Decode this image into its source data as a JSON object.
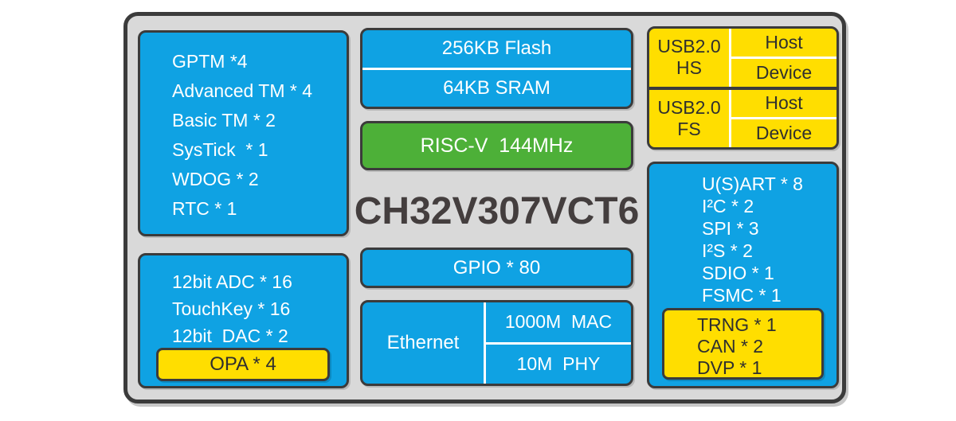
{
  "title": "CH32V307VCT6",
  "timers": {
    "lines": [
      "GPTM *4",
      "Advanced TM * 4",
      "Basic TM * 2",
      "SysTick  * 1",
      "WDOG * 2",
      "RTC * 1"
    ]
  },
  "analog": {
    "lines": [
      "12bit ADC * 16",
      "TouchKey * 16",
      "12bit  DAC * 2"
    ],
    "opa": "OPA * 4"
  },
  "memory": {
    "flash": "256KB Flash",
    "sram": "64KB SRAM"
  },
  "core": "RISC-V  144MHz",
  "gpio": "GPIO * 80",
  "ethernet": {
    "label": "Ethernet",
    "mac": "1000M  MAC",
    "phy": "10M  PHY"
  },
  "usb": {
    "rows": [
      {
        "name": "USB2.0",
        "speed": "HS",
        "host": "Host",
        "device": "Device"
      },
      {
        "name": "USB2.0",
        "speed": "FS",
        "host": "Host",
        "device": "Device"
      }
    ]
  },
  "peripherals": {
    "lines": [
      "U(S)ART * 8",
      "I²C * 2",
      "SPI * 3",
      "I²S * 2",
      "SDIO * 1",
      "FSMC * 1"
    ],
    "secure": [
      "TRNG * 1",
      "CAN * 2",
      "DVP * 1"
    ]
  },
  "colors": {
    "blue": "#0fa2e3",
    "green": "#4db038",
    "yellow": "#ffde00",
    "panel_gray": "#d9d9d9",
    "border_dark": "#3b3b3b",
    "title_text": "#443e3e"
  }
}
